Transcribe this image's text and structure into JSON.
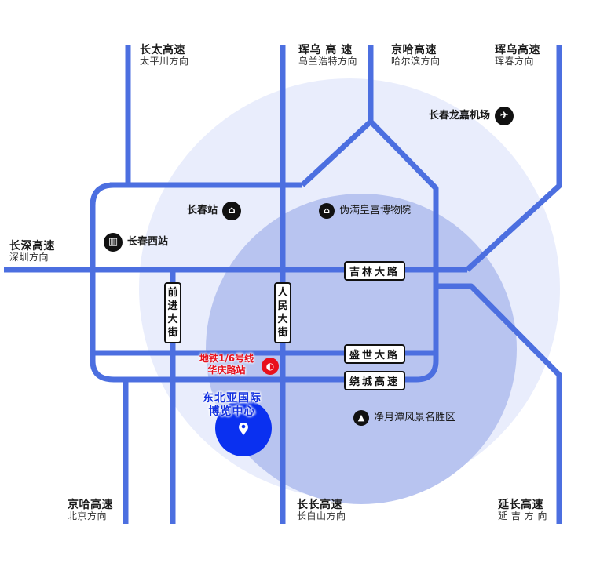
{
  "colors": {
    "outer_circle": "#e9edfc",
    "inner_circle": "#b8c4f0",
    "road": "#4c6fe0",
    "expo": "#0a30f0",
    "metro": "#e8101c"
  },
  "highways": [
    {
      "name": "长太高速",
      "direction": "太平川方向"
    },
    {
      "name": "珲乌 高 速",
      "direction": "乌兰浩特方向"
    },
    {
      "name": "京哈高速",
      "direction": "哈尔滨方向"
    },
    {
      "name": "珲乌高速",
      "direction": "珲春方向"
    },
    {
      "name": "长深高速",
      "direction": "深圳方向"
    },
    {
      "name": "京哈高速",
      "direction": "北京方向"
    },
    {
      "name": "长长高速",
      "direction": "长白山方向"
    },
    {
      "name": "延长高速",
      "direction": "延 吉 方 向"
    }
  ],
  "pois": {
    "airport": {
      "label": "长春龙嘉机场",
      "icon": "airplane-icon"
    },
    "changchun_station": {
      "label": "长春站",
      "icon": "station-icon"
    },
    "museum": {
      "label": "伪满皇宫博物院",
      "icon": "museum-icon"
    },
    "west_station": {
      "label": "长春西站",
      "icon": "train-icon"
    },
    "scenic": {
      "label": "净月潭风景名胜区",
      "icon": "mountain-icon"
    }
  },
  "roads": {
    "jilin": "吉林大路",
    "shengshi": "盛世大路",
    "raocheng": "绕城高速",
    "qianjin": "前进大街",
    "renmin": "人民大街"
  },
  "metro": {
    "line": "地铁1/6号线",
    "station": "华庆路站"
  },
  "expo": {
    "line1": "东北亚国际",
    "line2": "博览中心"
  }
}
